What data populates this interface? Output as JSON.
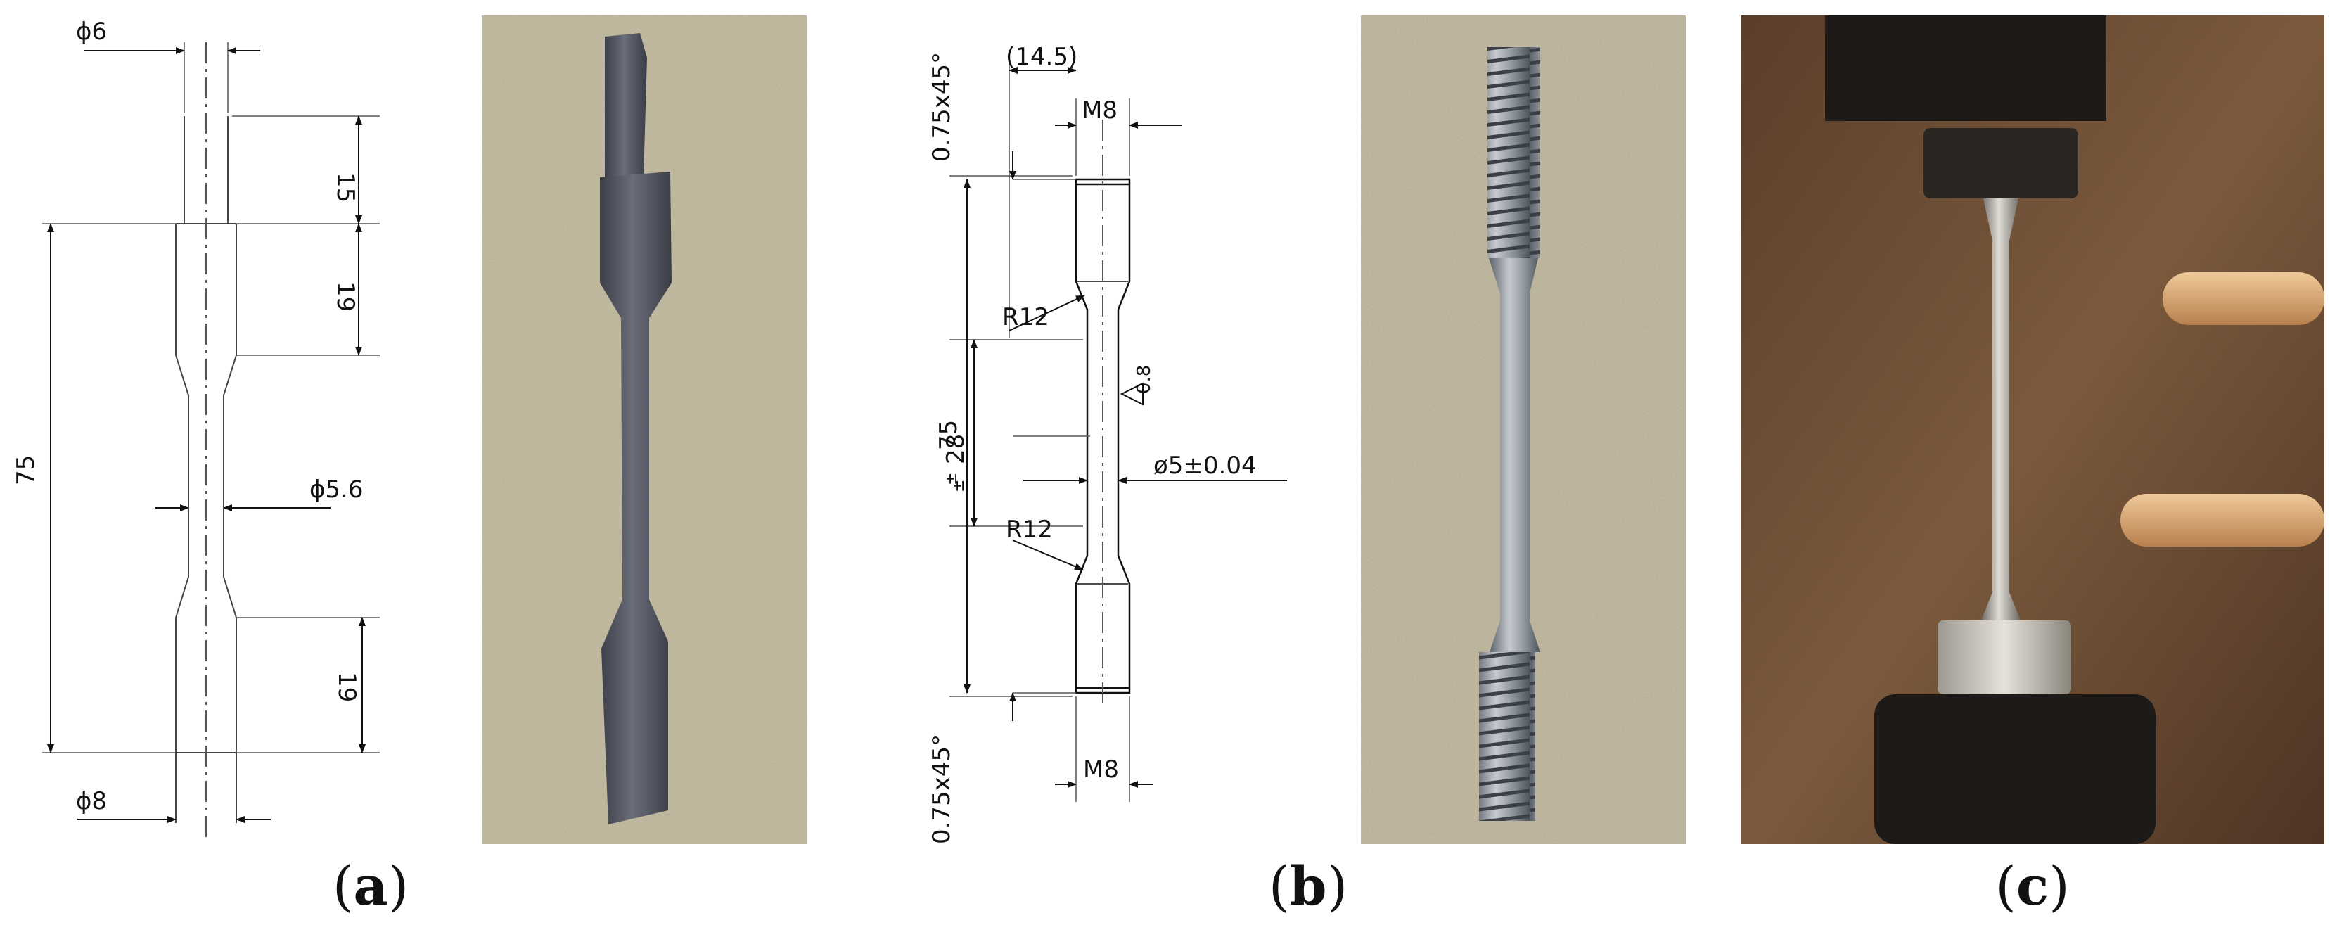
{
  "drawing_a": {
    "dia_top": "ϕ6",
    "len_grip_top": "15",
    "len_shoulder_top": "19",
    "total_length": "75",
    "dia_gauge": "ϕ5.6",
    "len_shoulder_bottom": "19",
    "dia_bottom": "ϕ8"
  },
  "drawing_b": {
    "chamfer_top": "0.75x45°",
    "ref_length": "(14.5)",
    "thread_top": "M8",
    "fillet_top": "R12",
    "roughness": "0.8",
    "total_length": "75",
    "tol_75": "±",
    "gauge_length": "28",
    "tol_28": "±",
    "gauge_dia": "ø5±0.04",
    "fillet_bottom": "R12",
    "chamfer_bottom": "0.75x45°",
    "thread_bottom": "M8"
  },
  "captions": {
    "a": "a",
    "b": "b",
    "c": "c",
    "open": "(",
    "close": ")"
  },
  "colors": {
    "line": "#111111",
    "concrete": "#c9c1a6",
    "rough_specimen": "#5a5e6a",
    "machined_specimen": "#9aa0a8",
    "rig_wall": "#6b4a30",
    "rig_black": "#1d1a18",
    "wood_rod": "#d9a36e"
  }
}
